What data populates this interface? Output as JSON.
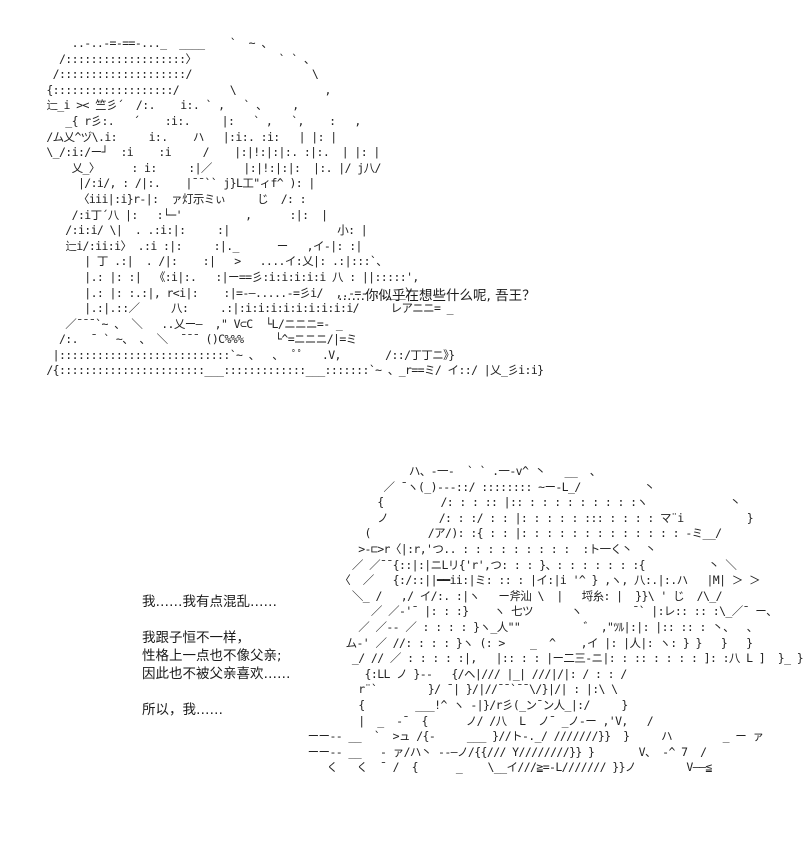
{
  "art": {
    "top": "     ..-..-=-==-..._  ____    `  ~ 、\n   /:::::::::::::::::::〉             ` ` 、\n  /::::::::::::::::::::/                   \\\n {:::::::::::::::::::/        \\              ,\n 辷_i >< 竺彡´  /:.    i:. ` ,   ` 、    ,\n    _{ r彡:.   ´    :i:.     |:   ` ,   `,    :   ,\n /ム乂^ヅ\\.i:     i:.    ハ   |:i:. :i:   | |: |\n \\_/:i:/ー┘  :i    :i     /    |:|!:|:|:. :|:.  | |: |\n     乂_〉     : i:     :|／     |:|!:|:|:  |:. |/ j八/\n      |/:i/, : /|:.    |¯¯`` j}L工\"ィf^ ): |\n      〈iii|:i}r-|:  ァ灯示ミぃ     じ  /: :\n     /:i丁´八 |:   :└─'          ,      :|:  |\n    /:i:i/ \\|  . .:i:|:     :|                 小: |\n    辷i/:ii:i〉 .:i :|:     :|._      ー   ,イ-|: :|\n       | 丁 .:|  . /|:    :|   >   ....イ:乂|: .:|:::`、\n       |.: |: :|  《:i|:.   :|ー==彡:i:i:i:i:i 八 : ||:::::',\n       |.: |: :.:|, r<i|:    :|=-―.....-=彡i/  ,.-=- ..___〉\n       |.:|.::／     八:     .:|:i:i:i:i:i:i:i:i:i/     レアニニ= _\n    ／¯¯¯`~ 、 ＼   ..乂ー―  ,\" V⊂C  └L/ニニニ=- _\n   /:.  ¯ ` ~、 、 ＼  ¯¯¯ ()C%%%     └^=ニニニ/|=ミ\n  |:::::::::::::::::::::::::::`~ 、  、  ﾟﾟ   .V,       /::/丁丁ニ》}\n /{:::::::::::::::::::::::___:::::::::::::___:::::::`~ 、_r==ミ/ イ::/ |乂_彡i:i}",
    "bottom": "                  ハ、-一-  ` ` .一-v^ 丶   __  、\n              ／ ¯ヽ(_)---::/ :::::::: ~ー-L_/          丶\n             {         /: : : :: |:: : : : : : : : : :ヽ             丶\n             ノ        /: : :/ : : |: : : : : ::: : : : : マ¨i          }\n           (         /ア/): :{ : : |: : : : : : : : : : : : : -ミ__/\n          >‐⊏>r〈|:r,'つ.. : : : : : : : : :  :ト一く丶  丶\n         ／ ／¯¯{::|:|ニLリ{'r',つ: : : }、: : : : : : :{          丶 ＼\n       〈  ／   {:/::||━━ii:|ミ: :: : |イ:|i '^ } ,ヽ, 八:.|:.ハ   |M| ＞ ＞\n         ＼_ /   ,/ イ/:. :|ヽ   ー斧汕 \\  |   埒糸: |  }}\\ ' じ  /\\_/\n            ／ ／‐'¯ |: : :}    ヽ 七ツ      ヽ        ¯` |:レ:: :: :\\_／¯ ー、\n          ／ ／-- ／ : : : : }ヽ_人\"\"          ゛ ,\"ﾂﾙ|:|: |:: :: : 丶、  、\n        ム-' ／ //: : : : }ヽ (: >    _  ^    ,イ |: |人|: ヽ: } }   }   }\n         _/ // ／ : : : : :|,   |:: : : |ー二三-ニ|: : :: : : : : ]: :八 L ]  }_ }\n           {:LL ノ }--   {/ヘ|/// |_| ///|/|: / : : /\n          r¨`        }/ ¯| }/|//¯¯`¯¯\\/}|/| : |:\\ \\\n          {        ___!^ ヽ -|}/r彡(_ン¯ン人_|:/     }\n          |  _  -¯  {      ノ/ /八  L  ノ¯ _ノ-ー ,'V,   /\n  ーー-- __  `  >ュ /{-     ___ }//ト-._/ ///////}}  }     ハ        _ ー ァ\n  ーー-- __   - ァ/ハ丶 --―ノ/{{/// Y////////}} }       V、 -^ 7  /\n     く   く  ¯ /  {      _    \\__イ///≧=-L/////// }}ノ        V――≦"
  },
  "speech": {
    "top": "……你似乎在想些什么呢, 吾王？",
    "line1": "我……我有点混乱……",
    "line2": "我跟子恒不一样，",
    "line3": "性格上一点也不像父亲;",
    "line4": "因此也不被父亲喜欢……",
    "line5": "所以，我……"
  }
}
